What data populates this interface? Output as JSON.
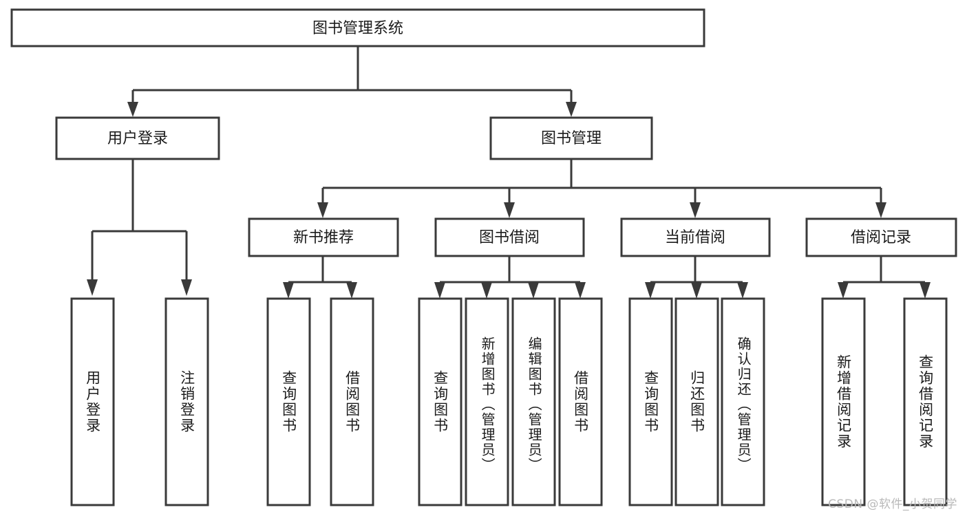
{
  "diagram": {
    "type": "tree",
    "title": "图书管理系统",
    "orientation": "top-down",
    "colors": {
      "box_stroke": "#3a3a3a",
      "box_fill": "#ffffff",
      "line": "#3a3a3a",
      "text": "#1b1b1b",
      "watermark": "#b9b9b9",
      "background": "#ffffff"
    }
  },
  "root": {
    "label": "图书管理系统"
  },
  "level2": [
    {
      "label": "用户登录"
    },
    {
      "label": "图书管理"
    }
  ],
  "level3": [
    {
      "label": "新书推荐"
    },
    {
      "label": "图书借阅"
    },
    {
      "label": "当前借阅"
    },
    {
      "label": "借阅记录"
    }
  ],
  "leaves": {
    "user_login": [
      {
        "label": "用户登录"
      },
      {
        "label": "注销登录"
      }
    ],
    "new_book": [
      {
        "label": "查询图书"
      },
      {
        "label": "借阅图书"
      }
    ],
    "book_borrow": [
      {
        "label": "查询图书"
      },
      {
        "label": "新增图书（管理员）"
      },
      {
        "label": "编辑图书（管理员）"
      },
      {
        "label": "借阅图书"
      }
    ],
    "current_borrow": [
      {
        "label": "查询图书"
      },
      {
        "label": "归还图书"
      },
      {
        "label": "确认归还（管理员）"
      }
    ],
    "borrow_record": [
      {
        "label": "新增借阅记录"
      },
      {
        "label": "查询借阅记录"
      }
    ]
  },
  "watermark": {
    "text": "CSDN @软件_小贺同学"
  }
}
